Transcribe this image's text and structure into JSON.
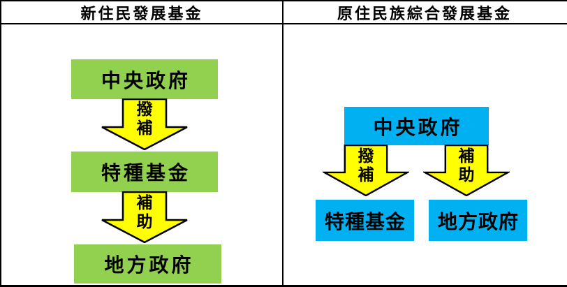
{
  "left_panel": {
    "header": "新住民發展基金",
    "boxes": {
      "top": "中央政府",
      "middle": "特種基金",
      "bottom": "地方政府"
    },
    "arrows": [
      {
        "line1": "撥",
        "line2": "補"
      },
      {
        "line1": "補",
        "line2": "助"
      }
    ]
  },
  "right_panel": {
    "header": "原住民族綜合發展基金",
    "boxes": {
      "top": "中央政府",
      "bottom_left": "特種基金",
      "bottom_right": "地方政府"
    },
    "arrows": [
      {
        "line1": "撥",
        "line2": "補"
      },
      {
        "line1": "補",
        "line2": "助"
      }
    ]
  },
  "colors": {
    "left_box_fill": "#92D050",
    "right_box_fill": "#00B0F0",
    "arrow_fill": "#FFFF00",
    "arrow_outline": "#000000",
    "border": "#000000",
    "text": "#000000"
  }
}
